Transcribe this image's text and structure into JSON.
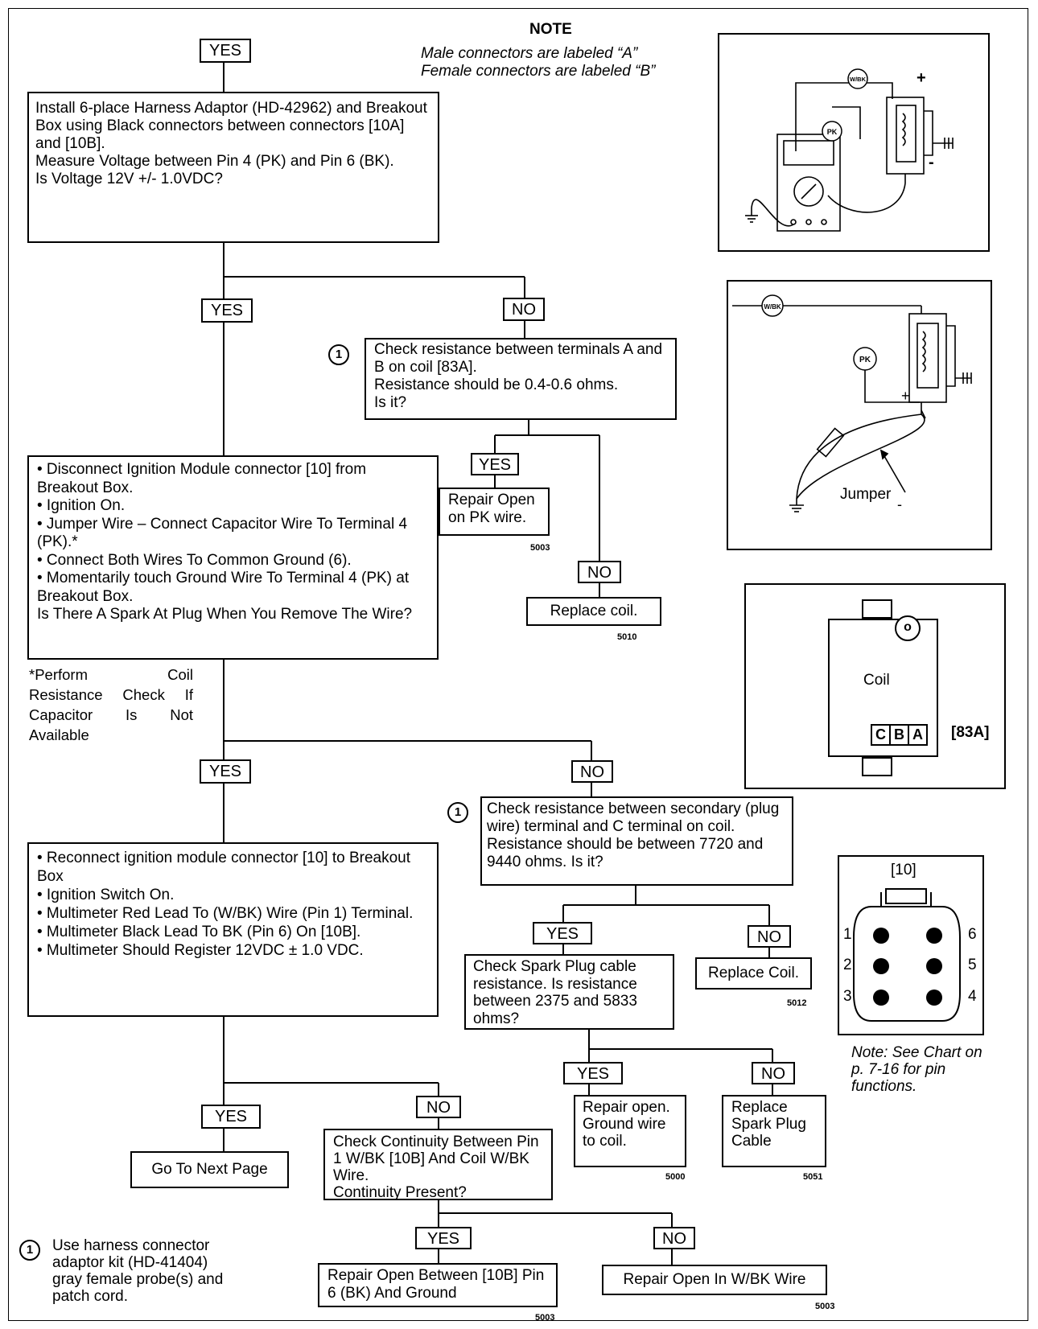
{
  "note": {
    "title": "NOTE",
    "line1": "Male connectors are labeled “A”",
    "line2": "Female connectors are labeled “B”"
  },
  "labels": {
    "yes": "YES",
    "no": "NO"
  },
  "steps": {
    "install": "Install 6-place Harness Adaptor (HD-42962) and Breakout Box using Black connectors between connectors [10A] and [10B].\nMeasure Voltage between Pin 4 (PK) and Pin 6 (BK).\nIs Voltage 12V +/- 1.0VDC?",
    "check_coil_ab": "Check resistance between terminals A and B on coil [83A].\nResistance should be 0.4-0.6 ohms.\nIs it?",
    "repair_pk": "Repair Open on PK wire.",
    "code_repair_pk": "5003",
    "replace_coil_1": "Replace coil.",
    "code_replace_coil_1": "5010",
    "disconnect": "• Disconnect Ignition Module connector [10] from Breakout Box.\n• Ignition On.\n• Jumper Wire – Connect Capacitor Wire To Terminal 4 (PK).*\n• Connect Both Wires To Common Ground (6).\n• Momentarily touch Ground Wire To Terminal 4 (PK) at Breakout Box.\nIs There A Spark At Plug When You Remove The Wire?",
    "footnote": "*Perform Coil Resistance Check If Capacitor Is Not Available",
    "check_secondary": "Check resistance between secondary (plug wire) terminal and C terminal on coil. Resistance should be between 7720 and 9440 ohms. Is it?",
    "reconnect": "• Reconnect ignition module connector [10] to Breakout Box\n• Ignition Switch On.\n• Multimeter Red Lead To (W/BK) Wire (Pin 1) Terminal.\n• Multimeter Black Lead To BK (Pin 6) On [10B].\n• Multimeter Should Register 12VDC ± 1.0 VDC.",
    "check_spark_cable": "Check Spark Plug cable resistance. Is resistance between 2375 and 5833 ohms?",
    "replace_coil_2": "Replace Coil.",
    "code_replace_coil_2": "5012",
    "repair_ground": "Repair open. Ground wire to coil.",
    "code_repair_ground": "5000",
    "replace_spark_cable": "Replace Spark Plug Cable",
    "code_replace_spark_cable": "5051",
    "go_next": "Go To Next Page",
    "check_continuity": "Check Continuity Between Pin 1 W/BK [10B] And Coil W/BK Wire.\nContinuity Present?",
    "repair_ground_pin6": "Repair Open Between [10B] Pin 6 (BK) And Ground",
    "code_repair_ground_pin6": "5003",
    "repair_wbk": "Repair Open In W/BK Wire",
    "code_repair_wbk": "5003"
  },
  "footnote_marker": "1",
  "bottom_note": "Use harness connector adaptor kit (HD-41404) gray female probe(s) and patch cord.",
  "figures": {
    "wbk": "W/BK",
    "pk": "PK",
    "plus": "+",
    "minus": "-",
    "jumper": "Jumper",
    "coil": "Coil",
    "coil_ref": "[83A]",
    "terminals": [
      "C",
      "B",
      "A"
    ],
    "coil_terminal_o": "o",
    "connector_ref": "[10]",
    "pins_left": [
      "1",
      "2",
      "3"
    ],
    "pins_right": [
      "6",
      "5",
      "4"
    ],
    "pin_note": "Note: See Chart on p. 7-16 for pin functions."
  }
}
